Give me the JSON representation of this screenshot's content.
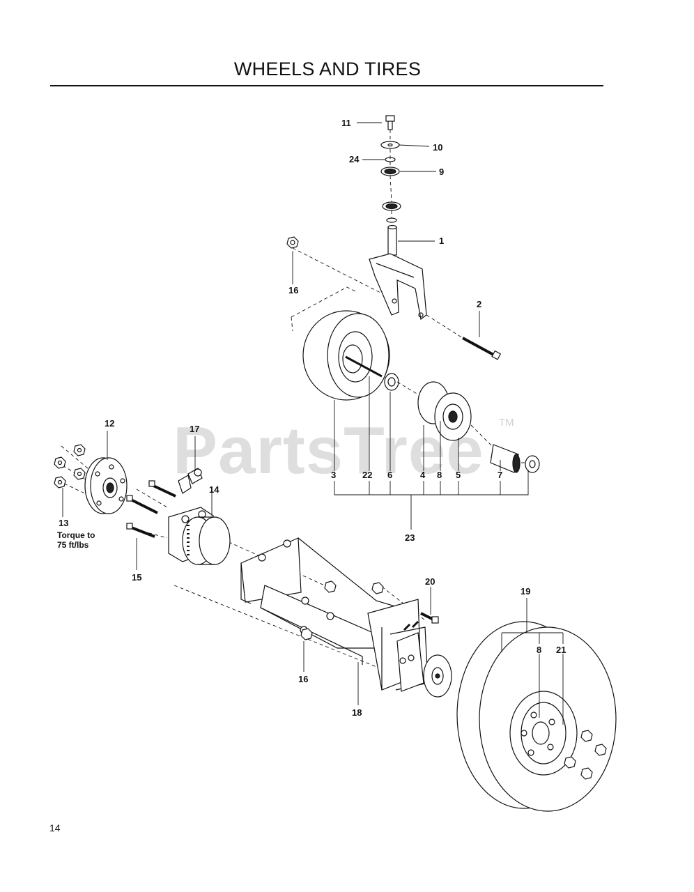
{
  "page": {
    "title": "WHEELS AND TIRES",
    "page_number": "14",
    "watermark": "PartsTree",
    "watermark_tm": "TM"
  },
  "callouts": {
    "c1": "1",
    "c2": "2",
    "c3": "3",
    "c4": "4",
    "c5": "5",
    "c6": "6",
    "c7": "7",
    "c8a": "8",
    "c8b": "8",
    "c9": "9",
    "c10": "10",
    "c11": "11",
    "c12": "12",
    "c13": "13",
    "c14": "14",
    "c15": "15",
    "c16a": "16",
    "c16b": "16",
    "c17": "17",
    "c18": "18",
    "c19": "19",
    "c20": "20",
    "c21": "21",
    "c22": "22",
    "c23": "23",
    "c24": "24"
  },
  "notes": {
    "torque_line1": "Torque  to",
    "torque_line2": "75 ft/lbs"
  }
}
